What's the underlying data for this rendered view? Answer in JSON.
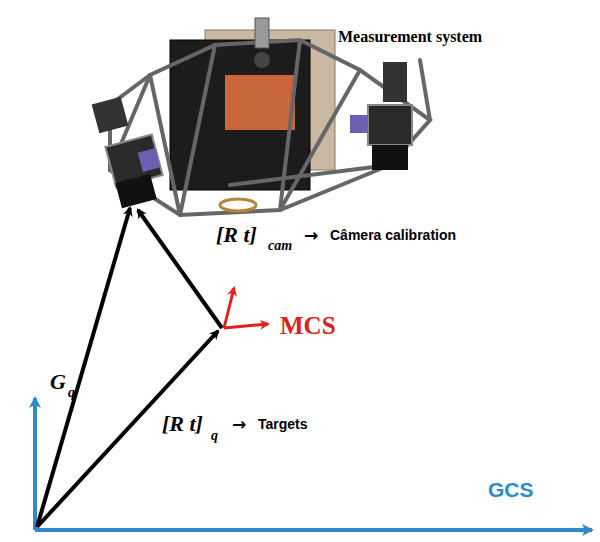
{
  "diagram": {
    "labels": [
      "Measurement system",
      "[R t]",
      "cam",
      "→",
      "Câmera calibration",
      "MCS",
      "G",
      "q",
      "[R t]",
      "q",
      "→",
      "Targets",
      "GCS"
    ]
  }
}
